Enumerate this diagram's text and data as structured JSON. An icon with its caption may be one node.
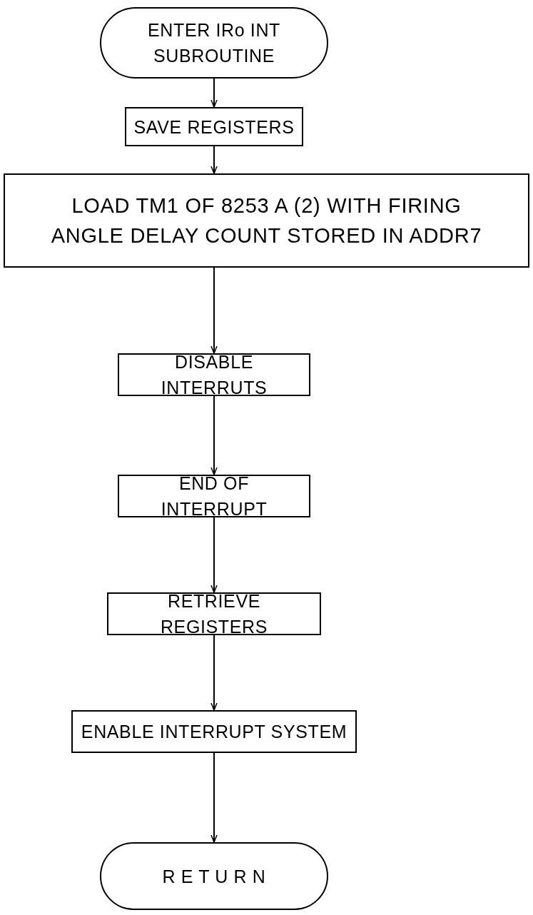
{
  "diagram": {
    "nodes": [
      {
        "text": [
          "ENTER IRo INT SUBROUTINE"
        ]
      },
      {
        "text": [
          "SAVE REGISTERS"
        ]
      },
      {
        "text": [
          "LOAD TM1 OF 8253 A (2) WITH FIRING ANGLE DELAY COUNT STORED IN ADDR7"
        ]
      },
      {
        "text": [
          "DISABLE INTERRUTS"
        ]
      },
      {
        "text": [
          "END OF INTERRUPT"
        ]
      },
      {
        "text": [
          "RETRIEVE REGISTERS"
        ]
      },
      {
        "text": [
          "ENABLE INTERRUPT SYSTEM"
        ]
      },
      {
        "text": [
          "R E T U R N"
        ]
      }
    ],
    "edges": [
      {
        "from": 0,
        "to": 1,
        "arrow": "to"
      },
      {
        "from": 1,
        "to": 2,
        "arrow": "to"
      },
      {
        "from": 2,
        "to": 3,
        "arrow": "to"
      },
      {
        "from": 3,
        "to": 4,
        "arrow": "to"
      },
      {
        "from": 4,
        "to": 5,
        "arrow": "to"
      },
      {
        "from": 5,
        "to": 6,
        "arrow": "to"
      },
      {
        "from": 6,
        "to": 7,
        "arrow": "to"
      }
    ]
  }
}
